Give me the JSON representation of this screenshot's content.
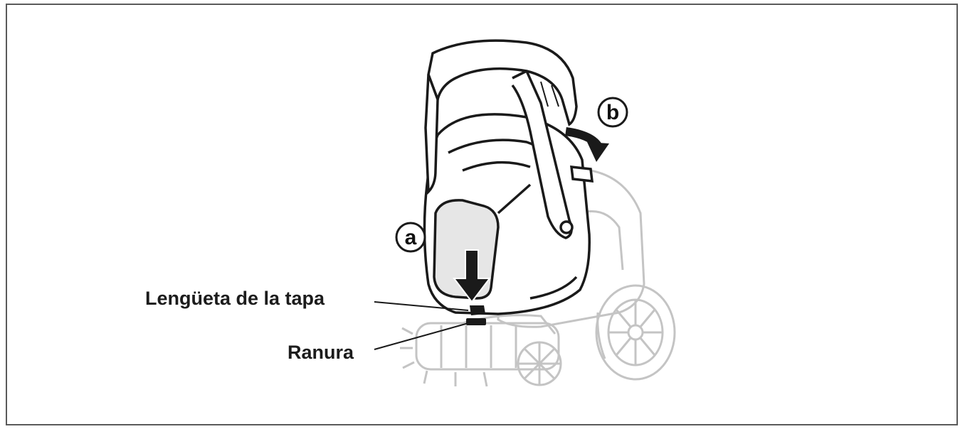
{
  "labels": {
    "tab": "Lengüeta de la tapa",
    "slot": "Ranura"
  },
  "callouts": {
    "a": "a",
    "b": "b"
  },
  "colors": {
    "line": "#1a1a1a",
    "faded": "#c4c4c4",
    "frame": "#5a5a5a"
  }
}
